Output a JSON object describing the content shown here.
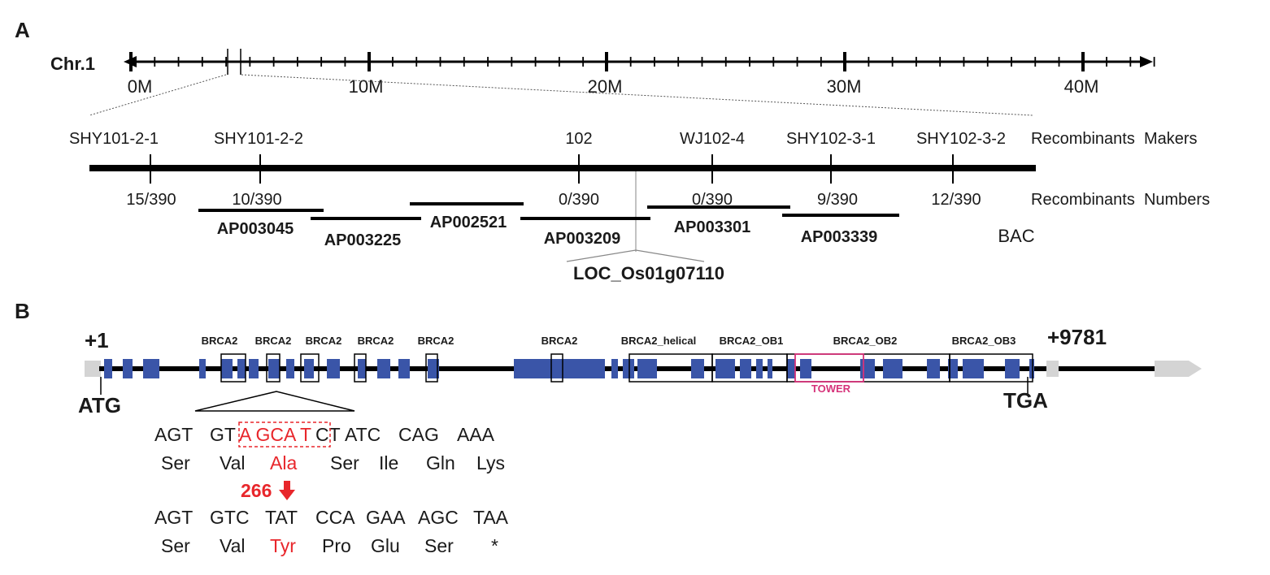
{
  "panel_a": {
    "label": "A",
    "chromosome": {
      "name": "Chr.1",
      "ticks": [
        "0M",
        "10M",
        "20M",
        "30M",
        "40M"
      ]
    },
    "markers": [
      "SHY101-2-1",
      "SHY101-2-2",
      "102",
      "WJ102-4",
      "SHY102-3-1",
      "SHY102-3-2"
    ],
    "recombinant_numbers": [
      "15/390",
      "10/390",
      "0/390",
      "0/390",
      "9/390",
      "12/390"
    ],
    "row_label_markers": "Recombinants  Makers",
    "row_label_numbers": "Recombinants  Numbers",
    "bacs": [
      "AP003045",
      "AP003225",
      "AP002521",
      "AP003209",
      "AP003301",
      "AP003339"
    ],
    "bac_label": "BAC",
    "gene": "LOC_Os01g07110"
  },
  "panel_b": {
    "label": "B",
    "start": "+1",
    "end": "+9781",
    "start_codon": "ATG",
    "stop_codon": "TGA",
    "domains": [
      "BRCA2",
      "BRCA2",
      "BRCA2",
      "BRCA2",
      "BRCA2",
      "BRCA2",
      "BRCA2_helical",
      "BRCA2_OB1",
      "BRCA2_OB2",
      "BRCA2_OB3"
    ],
    "tower": "TOWER",
    "wt_codons": [
      "AGT",
      "GT",
      "A GCA T",
      "CT",
      "ATC",
      "CAG",
      "AAA"
    ],
    "wt_aa": [
      "Ser",
      "Val",
      "Ala",
      "Ser",
      "Ile",
      "Gln",
      "Lys"
    ],
    "mutation_position": "266",
    "mut_codons": [
      "AGT",
      "GTC",
      "TAT",
      "CCA",
      "GAA",
      "AGC",
      "TAA"
    ],
    "mut_aa": [
      "Ser",
      "Val",
      "Tyr",
      "Pro",
      "Glu",
      "Ser",
      "*"
    ]
  },
  "colors": {
    "exon": "#3a55a8",
    "utr": "#d4d4d4",
    "mutation": "#e8262b",
    "tower": "#d6337a",
    "line": "#000000"
  }
}
